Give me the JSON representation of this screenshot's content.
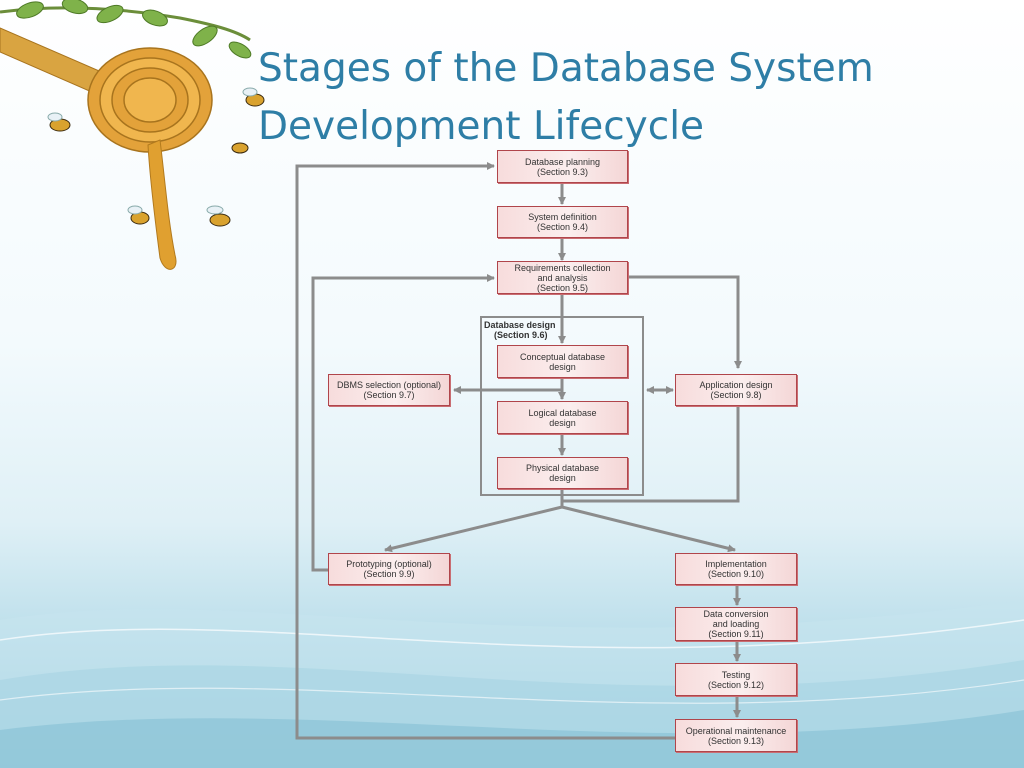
{
  "slide": {
    "title_line1": "Stages of the Database System",
    "title_line2": "Development Lifecycle"
  },
  "diagram": {
    "group_label_line1": "Database design",
    "group_label_line2": "(Section 9.6)",
    "stages": {
      "planning": [
        "Database planning",
        "(Section 9.3)"
      ],
      "system_definition": [
        "System definition",
        "(Section 9.4)"
      ],
      "requirements": [
        "Requirements collection",
        "and analysis",
        "(Section 9.5)"
      ],
      "conceptual": [
        "Conceptual database",
        "design"
      ],
      "logical": [
        "Logical database",
        "design"
      ],
      "physical": [
        "Physical database",
        "design"
      ],
      "dbms_selection": [
        "DBMS selection (optional)",
        "(Section 9.7)"
      ],
      "application_design": [
        "Application design",
        "(Section 9.8)"
      ],
      "prototyping": [
        "Prototyping (optional)",
        "(Section 9.9)"
      ],
      "implementation": [
        "Implementation",
        "(Section 9.10)"
      ],
      "data_conversion": [
        "Data conversion",
        "and loading",
        "(Section 9.11)"
      ],
      "testing": [
        "Testing",
        "(Section 9.12)"
      ],
      "maintenance": [
        "Operational maintenance",
        "(Section 9.13)"
      ]
    }
  },
  "colors": {
    "title": "#2e7ea6",
    "box_border": "#b0454b",
    "box_fill": "#f7dcdc",
    "connector": "#8c8c8c"
  }
}
